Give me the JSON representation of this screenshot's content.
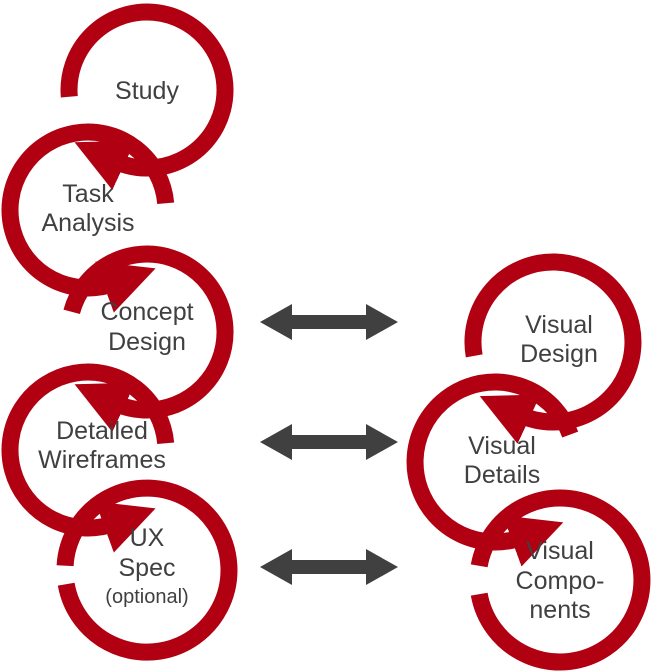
{
  "colors": {
    "loop": "#b00012",
    "arrow": "#404040",
    "text": "#404040"
  },
  "left_column": {
    "study": {
      "line1": "Study"
    },
    "task_analysis": {
      "line1": "Task",
      "line2": "Analysis"
    },
    "concept_design": {
      "line1": "Concept",
      "line2": "Design"
    },
    "detailed_wireframes": {
      "line1": "Detailed",
      "line2": "Wireframes"
    },
    "ux_spec": {
      "line1": "UX",
      "line2": "Spec",
      "line3": "(optional)"
    }
  },
  "right_column": {
    "visual_design": {
      "line1": "Visual",
      "line2": "Design"
    },
    "visual_details": {
      "line1": "Visual",
      "line2": "Details"
    },
    "visual_components": {
      "line1": "Visual",
      "line2": "Compo-",
      "line3": "nents"
    }
  },
  "connectors": [
    {
      "from": "Concept Design",
      "to": "Visual Design"
    },
    {
      "from": "Detailed Wireframes",
      "to": "Visual Details"
    },
    {
      "from": "UX Spec",
      "to": "Visual Components"
    }
  ]
}
